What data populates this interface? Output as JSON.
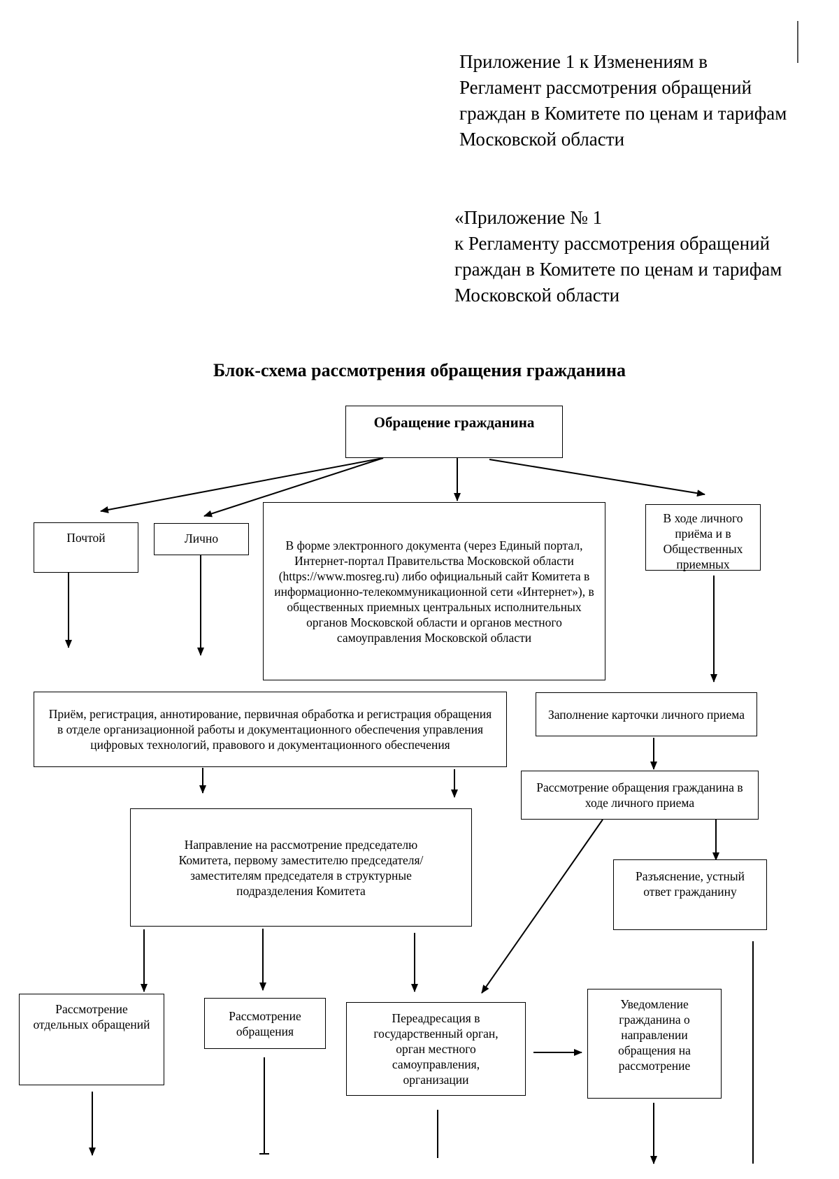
{
  "header1": {
    "lines": [
      "Приложение 1 к Изменениям в",
      "Регламент рассмотрения обращений",
      "граждан в Комитете по ценам и тарифам",
      "Московской области"
    ]
  },
  "header2": {
    "lines": [
      "«Приложение № 1",
      "к Регламенту рассмотрения обращений",
      "граждан в Комитете по ценам и тарифам",
      "Московской области"
    ]
  },
  "title": "Блок-схема рассмотрения обращения гражданина",
  "nodes": {
    "citizen_appeal": "Обращение гражданина",
    "by_mail": "Почтой",
    "in_person": "Лично",
    "electronic": "В форме электронного документа (через Единый портал, Интернет-портал Правительства Московской области (https://www.mosreg.ru) либо официальный сайт Комитета в информационно-телекоммуникационной сети «Интернет»), в общественных приемных центральных исполнительных органов Московской области и органов местного самоуправления Московской области",
    "personal_reception": "В ходе личного приёма и в Общественных приемных",
    "registration": "Приём, регистрация, аннотирование, первичная обработка и регистрация обращения в отделе организационной работы и документационного обеспечения управления цифровых технологий, правового и документационного обеспечения",
    "reception_card": "Заполнение карточки личного приема",
    "review_personal": "Рассмотрение обращения гражданина в ходе личного приема",
    "direction": "Направление на рассмотрение председателю Комитета, первому заместителю председателя/заместителям председателя в структурные подразделения Комитета",
    "explanation": "Разъяснение, устный ответ гражданину",
    "review_individual": "Рассмотрение отдельных обращений",
    "review_appeal": "Рассмотрение обращения",
    "readdress": "Переадресация в государственный орган, орган местного самоуправления, организации",
    "notification": "Уведомление гражданина о направлении обращения на рассмотрение"
  },
  "colors": {
    "line": "#000000",
    "background": "#ffffff"
  }
}
